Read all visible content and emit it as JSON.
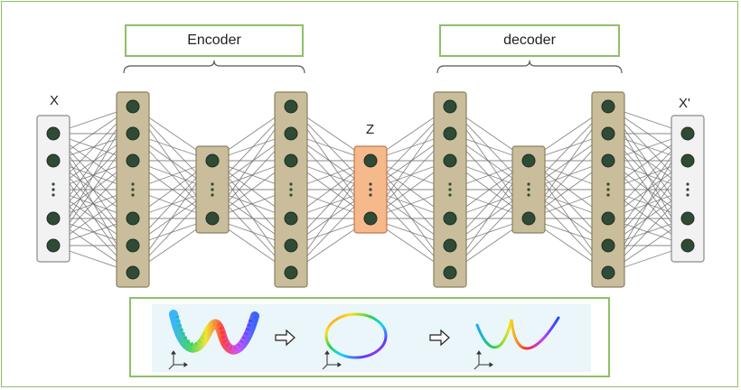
{
  "labels": {
    "encoder": "Encoder",
    "decoder": "decoder",
    "input": "X",
    "latent": "Z",
    "output": "X'"
  },
  "colors": {
    "frame": "#8fbf6a",
    "layer_fill": "#c9bd9b",
    "layer_stroke": "#8b8060",
    "latent_fill": "#f6b98c",
    "latent_stroke": "#c07a4a",
    "io_fill": "#f2f2f2",
    "io_stroke": "#8a8a8a",
    "node": "#2f4a35",
    "edge": "#6b6b6b",
    "panel_bg": "#eaf6fa"
  },
  "network": {
    "layers": [
      {
        "name": "input",
        "kind": "io",
        "nodes": 6
      },
      {
        "name": "enc-1",
        "kind": "hidden",
        "nodes": 7
      },
      {
        "name": "enc-2",
        "kind": "hidden",
        "nodes": 3
      },
      {
        "name": "enc-3",
        "kind": "hidden",
        "nodes": 7
      },
      {
        "name": "latent",
        "kind": "latent",
        "nodes": 3
      },
      {
        "name": "dec-1",
        "kind": "hidden",
        "nodes": 7
      },
      {
        "name": "dec-2",
        "kind": "hidden",
        "nodes": 3
      },
      {
        "name": "dec-3",
        "kind": "hidden",
        "nodes": 7
      },
      {
        "name": "output",
        "kind": "io",
        "nodes": 6
      }
    ]
  },
  "panel": {
    "steps": [
      "input-manifold",
      "latent-loop",
      "reconstructed-manifold"
    ],
    "arrow_icon": "hollow-right-arrow-icon"
  }
}
